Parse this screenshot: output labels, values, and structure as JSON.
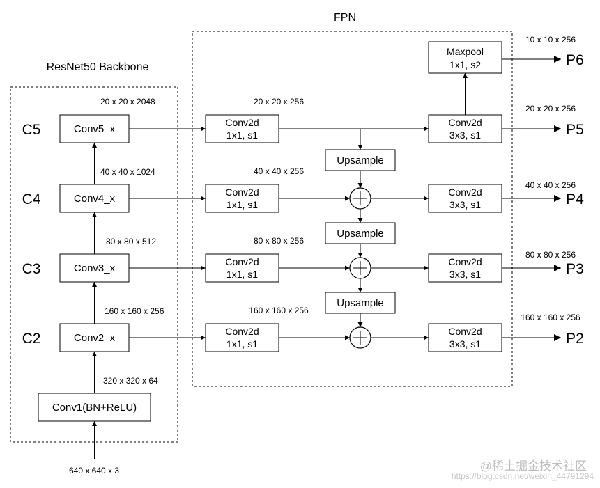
{
  "backbone": {
    "title": "ResNet50 Backbone",
    "levels": [
      "C5",
      "C4",
      "C3",
      "C2"
    ],
    "blocks": {
      "conv5": "Conv5_x",
      "conv4": "Conv4_x",
      "conv3": "Conv3_x",
      "conv2": "Conv2_x",
      "conv1": "Conv1(BN+ReLU)"
    },
    "dims": {
      "input": "640 x 640 x 3",
      "conv1_out": "320 x 320 x 64",
      "conv2_out": "160 x 160 x 256",
      "conv3_out": "80 x 80 x 512",
      "conv4_out": "40 x 40 x 1024",
      "conv5_out": "20 x 20 x 2048"
    }
  },
  "fpn": {
    "title": "FPN",
    "lateral": {
      "line1": "Conv2d",
      "line2": "1x1, s1"
    },
    "lateral_dims": [
      "20 x 20 x 256",
      "40 x 40 x 256",
      "80 x 80 x 256",
      "160 x 160 x 256"
    ],
    "upsample": "Upsample",
    "output_conv": {
      "line1": "Conv2d",
      "line2": "3x3, s1"
    },
    "maxpool": {
      "line1": "Maxpool",
      "line2": "1x1, s2"
    }
  },
  "outputs": {
    "labels": [
      "P6",
      "P5",
      "P4",
      "P3",
      "P2"
    ],
    "dims": [
      "10 x 10 x 256",
      "20 x 20 x 256",
      "40 x 40 x 256",
      "80 x 80 x 256",
      "160 x 160 x 256"
    ]
  },
  "watermark": {
    "text": "@稀土掘金技术社区",
    "url": "https://blog.csdn.net/weixin_44791294"
  }
}
